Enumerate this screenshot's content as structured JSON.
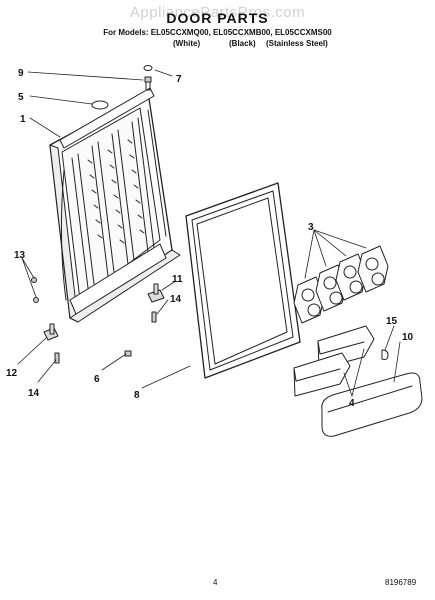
{
  "watermark": "AppliancePartsPros.com",
  "header": {
    "title": "DOOR PARTS",
    "models_line": "For Models: EL05CCXMQ00, EL05CCXMB00, EL05CCXMS00",
    "variants": [
      "(White)",
      "(Black)",
      "(Stainless Steel)"
    ]
  },
  "callouts": [
    "9",
    "7",
    "5",
    "1",
    "13",
    "3",
    "11",
    "14",
    "12",
    "14",
    "6",
    "8",
    "15",
    "10",
    "4"
  ],
  "footer": {
    "page_number": "4",
    "document_number": "8196789"
  }
}
